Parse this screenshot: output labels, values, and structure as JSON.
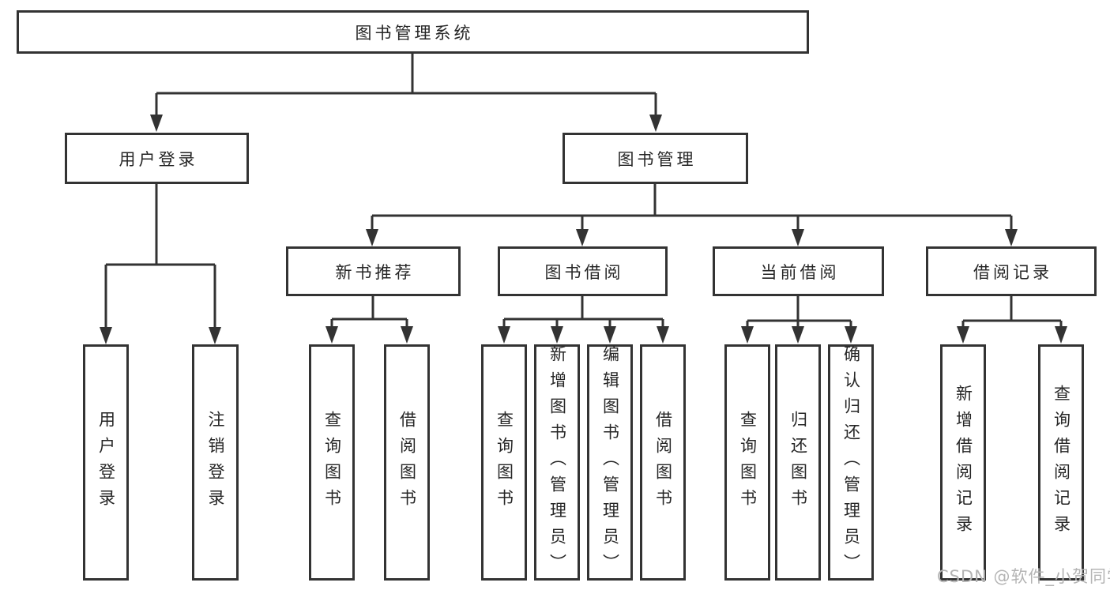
{
  "tree": {
    "root": "图书管理系统",
    "branches": [
      {
        "label": "用户登录",
        "leaves": [
          "用户登录",
          "注销登录"
        ]
      },
      {
        "label": "图书管理",
        "groups": [
          {
            "label": "新书推荐",
            "leaves": [
              "查询图书",
              "借阅图书"
            ]
          },
          {
            "label": "图书借阅",
            "leaves": [
              "查询图书",
              "新增图书（管理员）",
              "编辑图书（管理员）",
              "借阅图书"
            ]
          },
          {
            "label": "当前借阅",
            "leaves": [
              "查询图书",
              "归还图书",
              "确认归还（管理员）"
            ]
          },
          {
            "label": "借阅记录",
            "leaves": [
              "新增借阅记录",
              "查询借阅记录"
            ]
          }
        ]
      }
    ]
  },
  "colors": {
    "line": "#333333",
    "text": "#262626",
    "watermark": "#b4b4b4"
  },
  "watermark": "CSDN @软件_小贺同学"
}
